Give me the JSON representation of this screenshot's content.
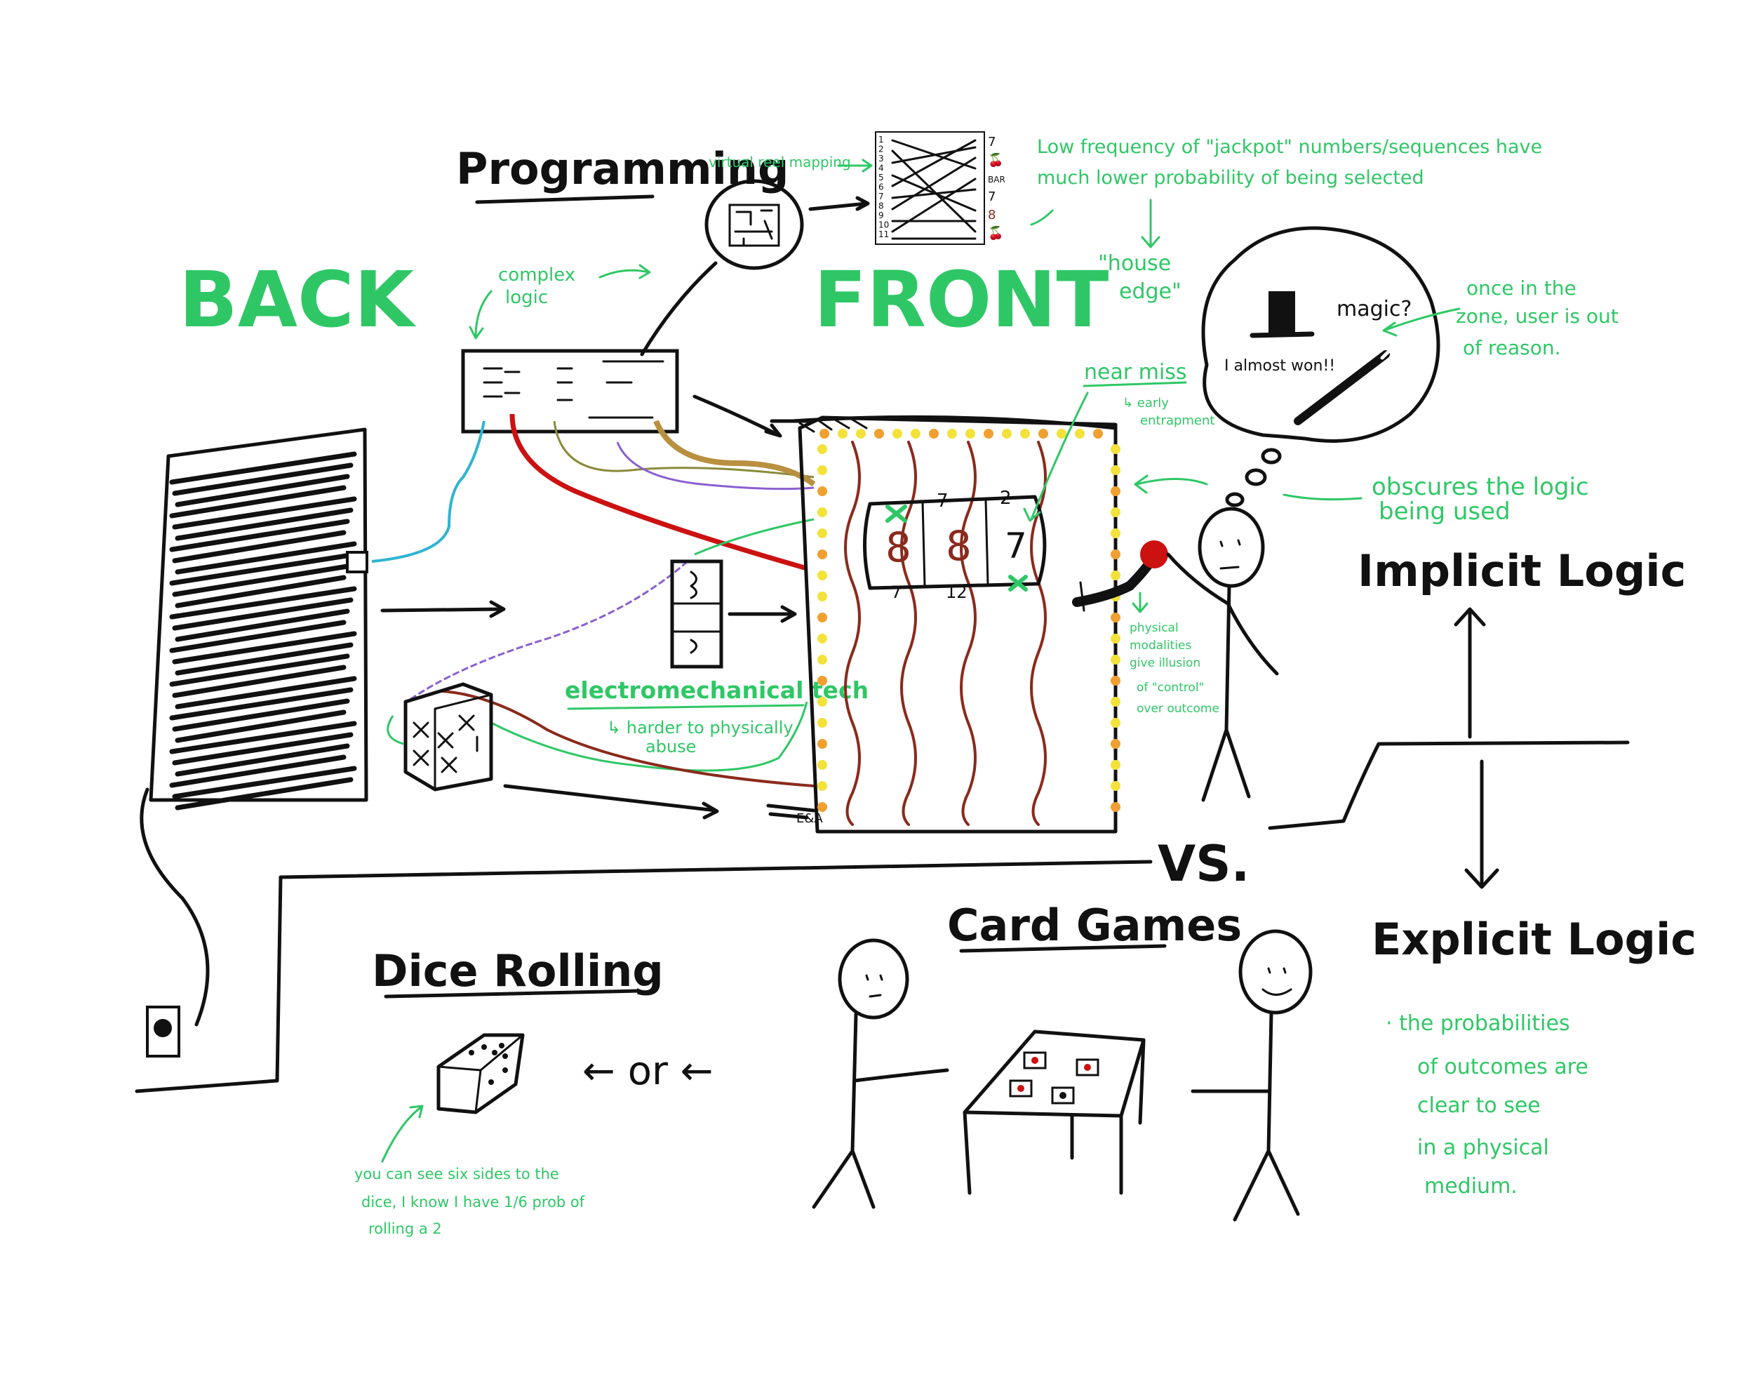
{
  "headings": {
    "programming": "Programming",
    "back": "BACK",
    "front": "FRONT",
    "implicit_logic": "Implicit Logic",
    "explicit_logic": "Explicit Logic",
    "card_games": "Card Games",
    "dice_rolling": "Dice Rolling",
    "vs": "VS."
  },
  "notes": {
    "virtual_reel_mapping": "virtual reel mapping",
    "complex_logic_1": "complex",
    "complex_logic_2": "logic",
    "low_freq_1": "Low frequency of \"jackpot\" numbers/sequences have",
    "low_freq_2": "much lower probability of being selected",
    "house_edge_1": "\"house",
    "house_edge_2": "edge\"",
    "near_miss": "near miss",
    "early_entrapment_1": "↳ early",
    "early_entrapment_2": "entrapment",
    "zone_1": "once in the",
    "zone_2": "zone, user is out",
    "zone_3": "of reason.",
    "obscures_1": "obscures the logic",
    "obscures_2": "being used",
    "em_tech": "electromechanical tech",
    "harder_1": "↳ harder to physically",
    "harder_2": "abuse",
    "physical_1": "physical",
    "physical_2": "modalities",
    "physical_3": "give illusion",
    "physical_4": "of \"control\"",
    "physical_5": "over outcome",
    "explicit_1": "· the probabilities",
    "explicit_2": "of outcomes are",
    "explicit_3": "clear to see",
    "explicit_4": "in a physical",
    "explicit_5": "medium.",
    "dice_1": "you can see six sides to the",
    "dice_2": "dice, I know I have 1/6 prob of",
    "dice_3": "rolling a 2",
    "or": "← or ←"
  },
  "bubble": {
    "magic": "magic?",
    "almost_won": "I almost won!!"
  },
  "reel_chart": {
    "left_numbers": [
      "1",
      "2",
      "3",
      "4",
      "5",
      "6",
      "7",
      "8",
      "9",
      "10",
      "11"
    ],
    "right_symbols": [
      "7",
      "🍒",
      "BAR",
      "7",
      "8",
      "🍒"
    ]
  },
  "slot_machine": {
    "reels_top": [
      "",
      "7",
      "2"
    ],
    "reels_mid": [
      "8",
      "8",
      "7"
    ],
    "reels_bottom": [
      "7",
      "12",
      ""
    ],
    "base_label": "E&A"
  },
  "colors": {
    "ink": "#111111",
    "green": "#2fc766",
    "brown": "#8a2a1c",
    "red": "#cc1111",
    "blue": "#2fb4d0",
    "purple": "#8a5fd0",
    "yellow": "#f2e23a",
    "orange": "#f0a030"
  }
}
